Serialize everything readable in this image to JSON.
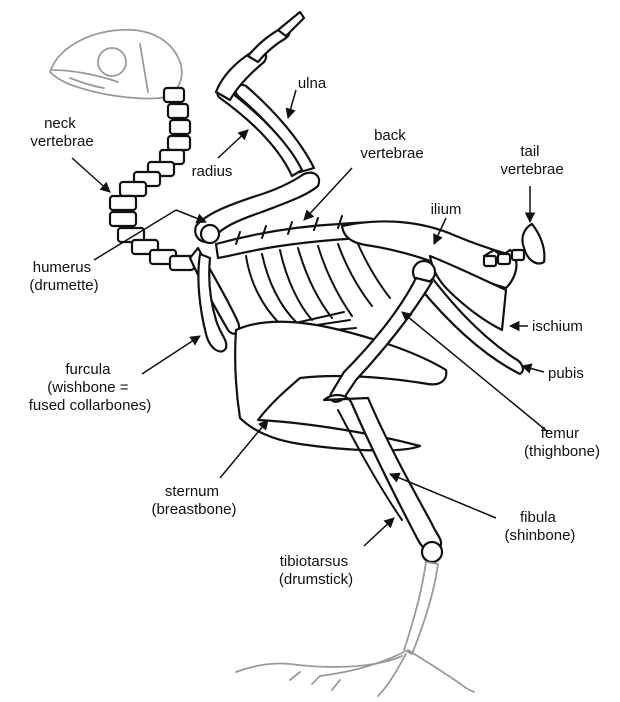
{
  "labels": {
    "neck_vertebrae": [
      "neck",
      "vertebrae"
    ],
    "radius": "radius",
    "ulna": "ulna",
    "back_vertebrae": [
      "back",
      "vertebrae"
    ],
    "tail_vertebrae": [
      "tail",
      "vertebrae"
    ],
    "ilium": "ilium",
    "humerus": [
      "humerus",
      "(drumette)"
    ],
    "ischium": "ischium",
    "pubis": "pubis",
    "furcula": [
      "furcula",
      "(wishbone =",
      "fused collarbones)"
    ],
    "femur": [
      "femur",
      "(thighbone)"
    ],
    "sternum": [
      "sternum",
      "(breastbone)"
    ],
    "fibula": [
      "fibula",
      "(shinbone)"
    ],
    "tibiotarsus": [
      "tibiotarsus",
      "(drumstick)"
    ]
  },
  "colors": {
    "bone_outline": "#111111",
    "skull_and_foot_outline": "#9a9a9a",
    "background": "#ffffff"
  }
}
